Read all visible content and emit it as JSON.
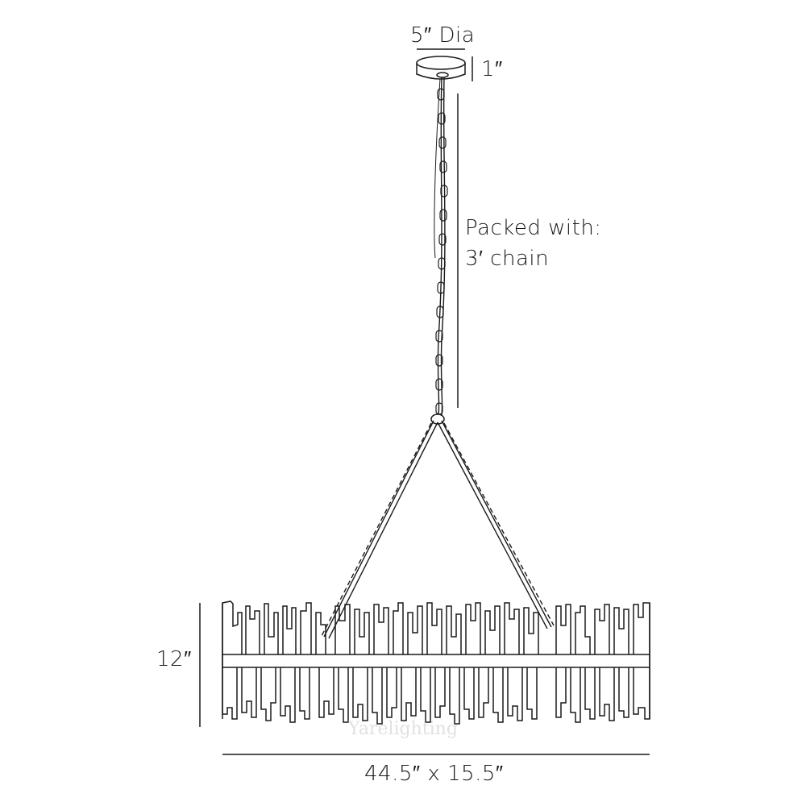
{
  "diagram": {
    "type": "product-dimension-drawing",
    "subject": "linear chandelier with chain suspension",
    "canopy": {
      "diameter_label": "5″ Dia",
      "height_label": "1″"
    },
    "chain": {
      "note_line1": "Packed with:",
      "note_line2": "3′ chain"
    },
    "fixture": {
      "height_label": "12″",
      "footprint_label": "44.5″ x 15.5″"
    },
    "watermark": "Yarelighting",
    "colors": {
      "line": "#1a1a1a",
      "background": "#ffffff",
      "watermark": "#c8c8c8"
    }
  }
}
